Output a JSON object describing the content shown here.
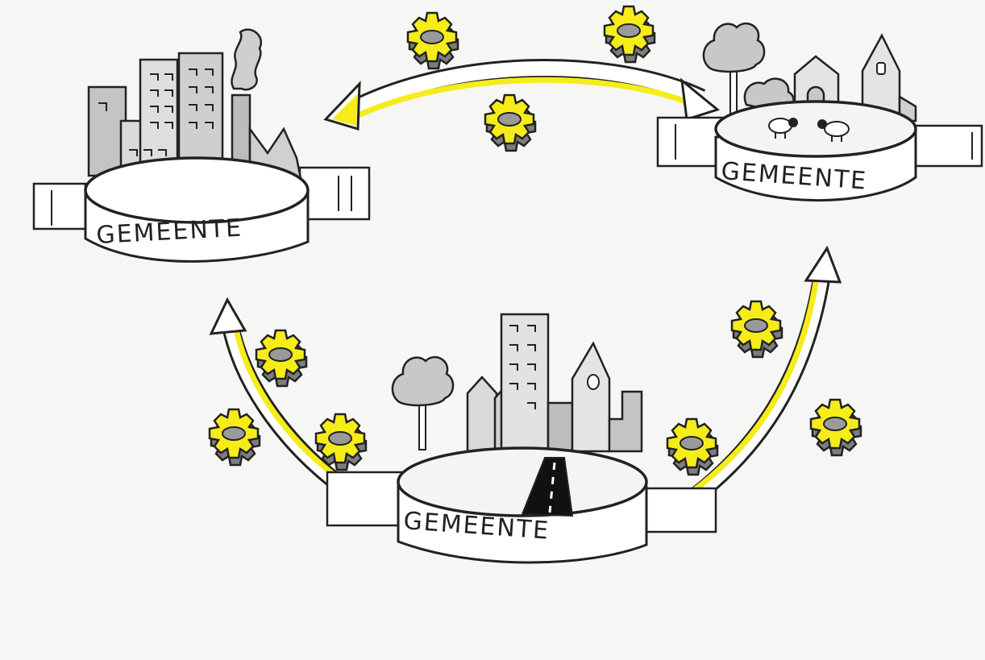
{
  "municipalities": [
    {
      "id": "industrial",
      "label": "GEMEENTE"
    },
    {
      "id": "rural",
      "label": "GEMEENTE"
    },
    {
      "id": "urban",
      "label": "GEMEENTE"
    }
  ],
  "colors": {
    "paper": "#f6f6f4",
    "ink": "#222222",
    "highlight_yellow": "#f5ec1a",
    "shade_grey": "#b8b8b8",
    "light_grey": "#d9d9d9",
    "gear_grey": "#8f8f8f"
  },
  "icons": [
    "gear-icon",
    "double-arrow-icon",
    "tree-icon",
    "sheep-icon",
    "factory-icon",
    "church-icon",
    "road-icon"
  ]
}
